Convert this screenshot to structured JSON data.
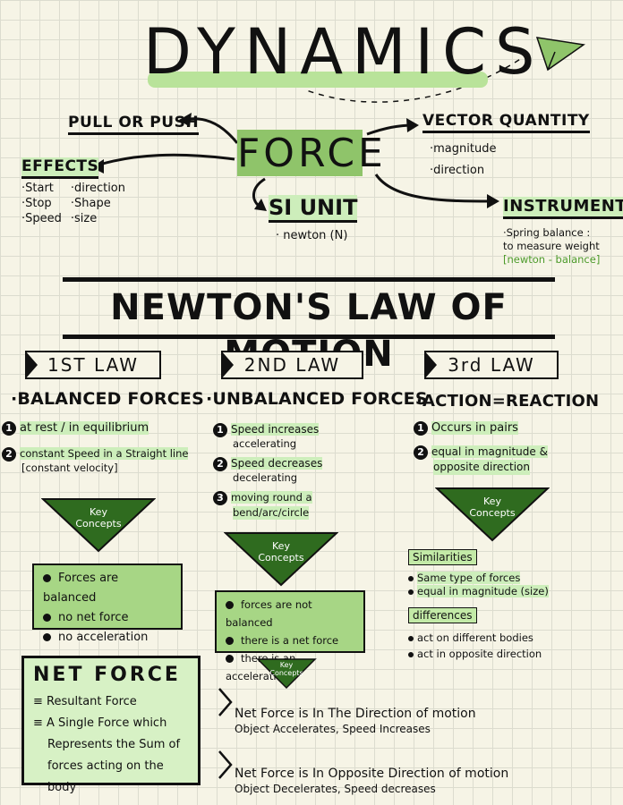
{
  "title": "DYNAMICS",
  "force": "FORCE",
  "pull_push": "PULL OR PUSH",
  "effects": {
    "heading": "EFFECTS",
    "col1": [
      "·Start",
      "·Stop",
      "·Speed"
    ],
    "col2": [
      "·direction",
      "·Shape",
      "·size"
    ]
  },
  "vector": {
    "heading": "VECTOR QUANTITY",
    "items": [
      "·magnitude",
      "·direction"
    ]
  },
  "si_unit": {
    "heading": "SI UNIT",
    "item": "· newton (N)"
  },
  "instrument": {
    "heading": "INSTRUMENT",
    "line1": "·Spring balance :",
    "line2": "to measure weight",
    "line3": "[newton - balance]"
  },
  "newton_heading": "NEWTON'S LAW OF MOTION",
  "law1": {
    "label": "1ST LAW",
    "sub": "·BALANCED FORCES",
    "items": [
      {
        "num": "1",
        "text": "at rest / in equilibrium"
      },
      {
        "num": "2",
        "text": "constant Speed in a Straight line",
        "note": "[constant velocity]"
      }
    ],
    "key": "Key Concepts",
    "concepts": [
      "Forces are balanced",
      "no net force",
      "no acceleration"
    ]
  },
  "law2": {
    "label": "2ND LAW",
    "sub": "·UNBALANCED FORCES",
    "items": [
      {
        "num": "1",
        "text": "Speed increases",
        "note": "accelerating"
      },
      {
        "num": "2",
        "text": "Speed decreases",
        "note": "decelerating"
      },
      {
        "num": "3",
        "text": "moving round a",
        "note": "bend/arc/circle"
      }
    ],
    "key": "Key Concepts",
    "concepts": [
      "forces are not balanced",
      "there is a net force",
      "there is an acceleration"
    ],
    "key2": "Key Concepts"
  },
  "law3": {
    "label": "3rd LAW",
    "sub": "·ACTION=REACTION",
    "items": [
      {
        "num": "1",
        "text": "Occurs in pairs"
      },
      {
        "num": "2",
        "text": "equal in magnitude &",
        "note": "opposite direction"
      }
    ],
    "key": "Key Concepts",
    "similarities": "Similarities",
    "sim_items": [
      "Same type of forces",
      "equal in magnitude (size)"
    ],
    "differences": "differences",
    "diff_items": [
      "act on different bodies",
      "act in opposite direction"
    ]
  },
  "net_force": {
    "heading": "NET FORCE",
    "lines": [
      "≡ Resultant Force",
      "≡ A Single Force which",
      "Represents the Sum of",
      "forces acting on the body"
    ]
  },
  "dir1": {
    "line1": "Net Force is In The Direction of motion",
    "line2": "Object Accelerates, Speed Increases"
  },
  "dir2": {
    "line1": "Net Force is In Opposite Direction of motion",
    "line2": "Object Decelerates, Speed decreases"
  }
}
